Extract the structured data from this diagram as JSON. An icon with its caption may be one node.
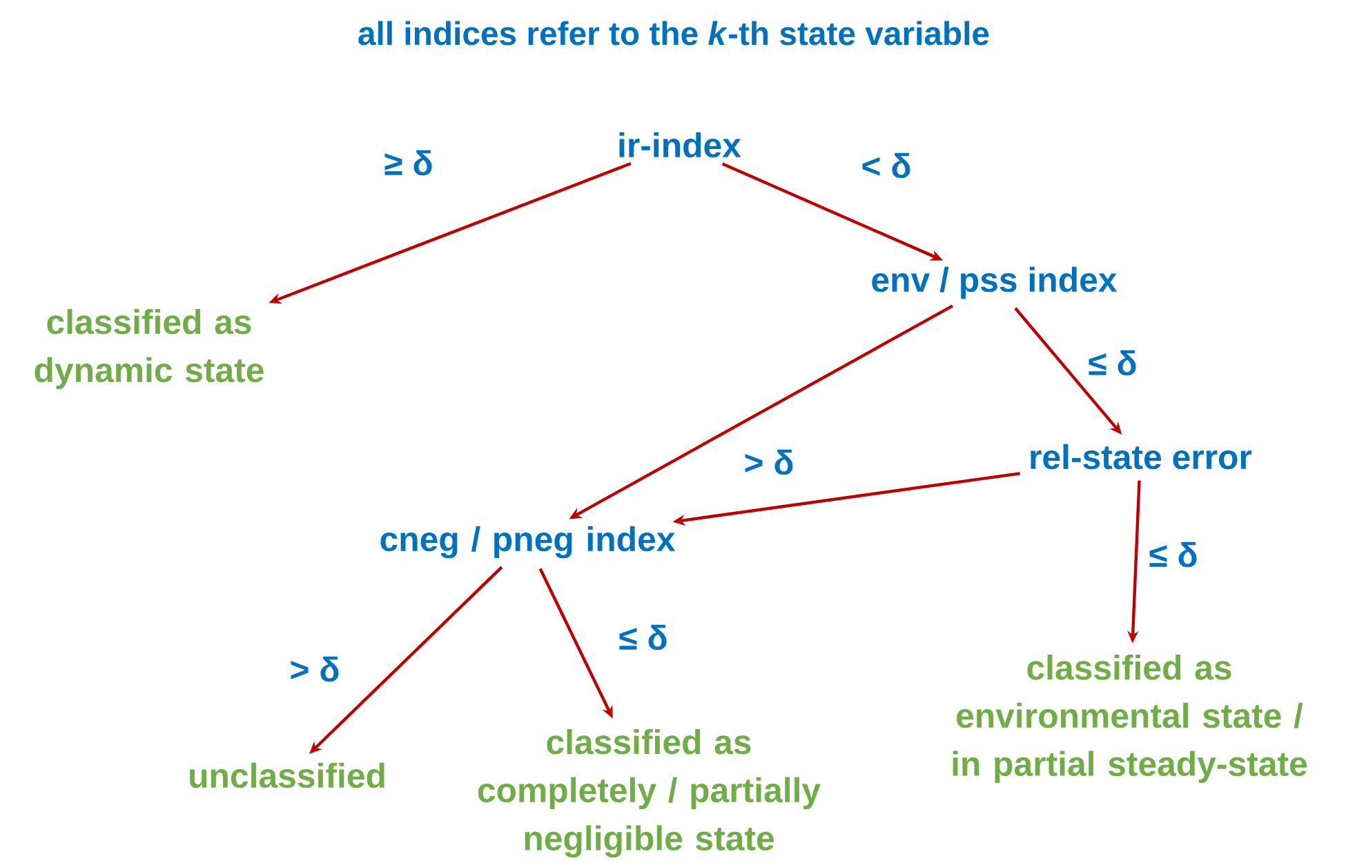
{
  "diagram": {
    "title": "all indices refer to the *k*-th state variable",
    "nodes": [
      {
        "text": [
          "ir-index"
        ]
      },
      {
        "text": [
          "classified as dynamic state"
        ]
      },
      {
        "text": [
          "env / pss index"
        ]
      },
      {
        "text": [
          "rel-state error"
        ]
      },
      {
        "text": [
          "cneg / pneg index"
        ]
      },
      {
        "text": [
          "unclassified"
        ]
      },
      {
        "text": [
          "classified as completely / partially negligible state"
        ]
      },
      {
        "text": [
          "classified as environmental state / in partial steady-state"
        ]
      }
    ],
    "edges": [
      {
        "from": 0,
        "to": 1,
        "arrow": "to",
        "label": "≥ δ"
      },
      {
        "from": 0,
        "to": 2,
        "arrow": "to",
        "label": "< δ"
      },
      {
        "from": 2,
        "to": 4,
        "arrow": "to"
      },
      {
        "from": 2,
        "to": 3,
        "arrow": "to",
        "label": "≤ δ"
      },
      {
        "from": 3,
        "to": 4,
        "arrow": "to",
        "label": "> δ"
      },
      {
        "from": 3,
        "to": 7,
        "arrow": "to",
        "label": "≤ δ"
      },
      {
        "from": 4,
        "to": 5,
        "arrow": "to",
        "label": "> δ"
      },
      {
        "from": 4,
        "to": 6,
        "arrow": "to",
        "label": "≤ δ"
      }
    ]
  }
}
